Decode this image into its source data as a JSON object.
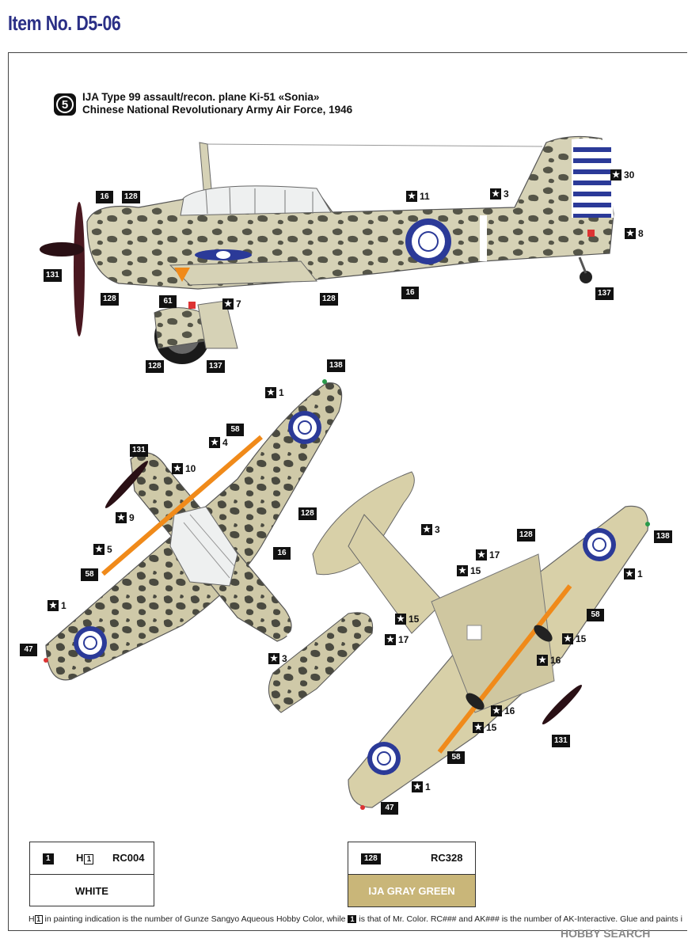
{
  "header": {
    "item_no": "Item No. D5-06"
  },
  "scheme": {
    "number": "5",
    "title_line1": "IJA Type 99 assault/recon. plane Ki-51 «Sonia»",
    "title_line2": "Chinese National Revolutionary Army Air Force, 1946"
  },
  "callouts": {
    "side": [
      "16",
      "128",
      "131",
      "128",
      "61",
      "128",
      "16",
      "137",
      "128",
      "137"
    ],
    "side_decals": [
      "11",
      "3",
      "30",
      "8",
      "7"
    ],
    "top": [
      "138",
      "131",
      "58",
      "58",
      "128",
      "16",
      "47"
    ],
    "top_decals": [
      "1",
      "4",
      "10",
      "9",
      "5",
      "1",
      "3"
    ],
    "bottom": [
      "128",
      "138",
      "58",
      "131",
      "58",
      "47"
    ],
    "bottom_decals": [
      "3",
      "17",
      "15",
      "1",
      "15",
      "17",
      "15",
      "16",
      "16",
      "15",
      "1"
    ]
  },
  "legend": [
    {
      "num": "1",
      "h_label": "H",
      "h_num": "1",
      "code": "RC004",
      "name": "WHITE",
      "color": "#ffffff"
    },
    {
      "num": "128",
      "code": "RC328",
      "name": "IJA GRAY GREEN",
      "color": "#c9b679"
    }
  ],
  "footnote": {
    "h_label": "H",
    "h_num": "1",
    "part1": "in painting indication is the number of Gunze Sangyo Aqueous Hobby Color, while",
    "mr_num": "1",
    "part2": "is that of Mr. Color. RC### and AK### is the number of AK-Interactive. Glue and paints i"
  },
  "watermark": "HOBBY SEARCH",
  "colors": {
    "camo_base": "#cfc9a8",
    "camo_spot": "#4a4a40",
    "roundel": "#2b3a98",
    "orange": "#f08a1a"
  }
}
